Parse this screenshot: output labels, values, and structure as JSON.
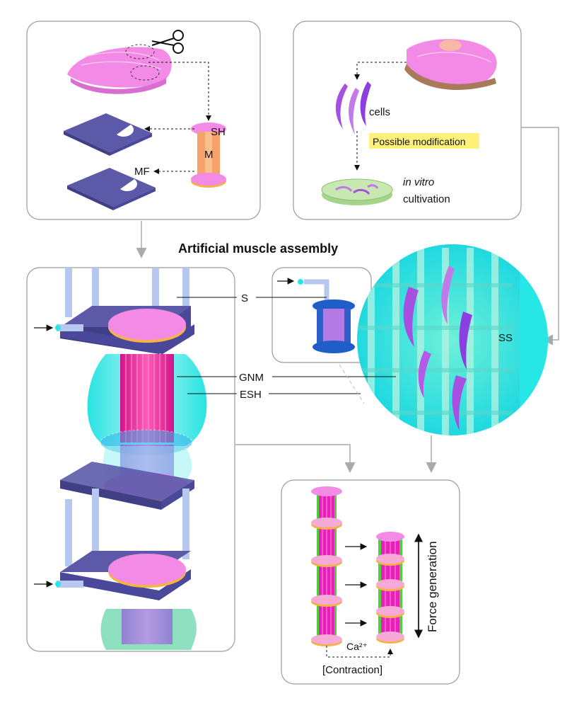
{
  "title": "Artificial muscle assembly",
  "panel_a": {
    "sh": "SH",
    "m": "M",
    "mf": "MF"
  },
  "panel_b": {
    "cells": "cells",
    "modification": "Possible modification",
    "in_vitro": "in vitro",
    "cultivation": "cultivation"
  },
  "callouts": {
    "s": "S",
    "gnm": "GNM",
    "esh": "ESH",
    "ss": "SS"
  },
  "panel_c": {
    "force": "Force generation",
    "calcium": "Ca²⁺",
    "contraction": "[Contraction]"
  },
  "colors": {
    "pink": "#ee82ee",
    "magenta": "#e91e9c",
    "plate": "#5c5aa8",
    "cyan": "#27e6e6",
    "orange": "#f5b24a",
    "panel_border": "#9a9a9a",
    "highlight": "#fff17a"
  }
}
